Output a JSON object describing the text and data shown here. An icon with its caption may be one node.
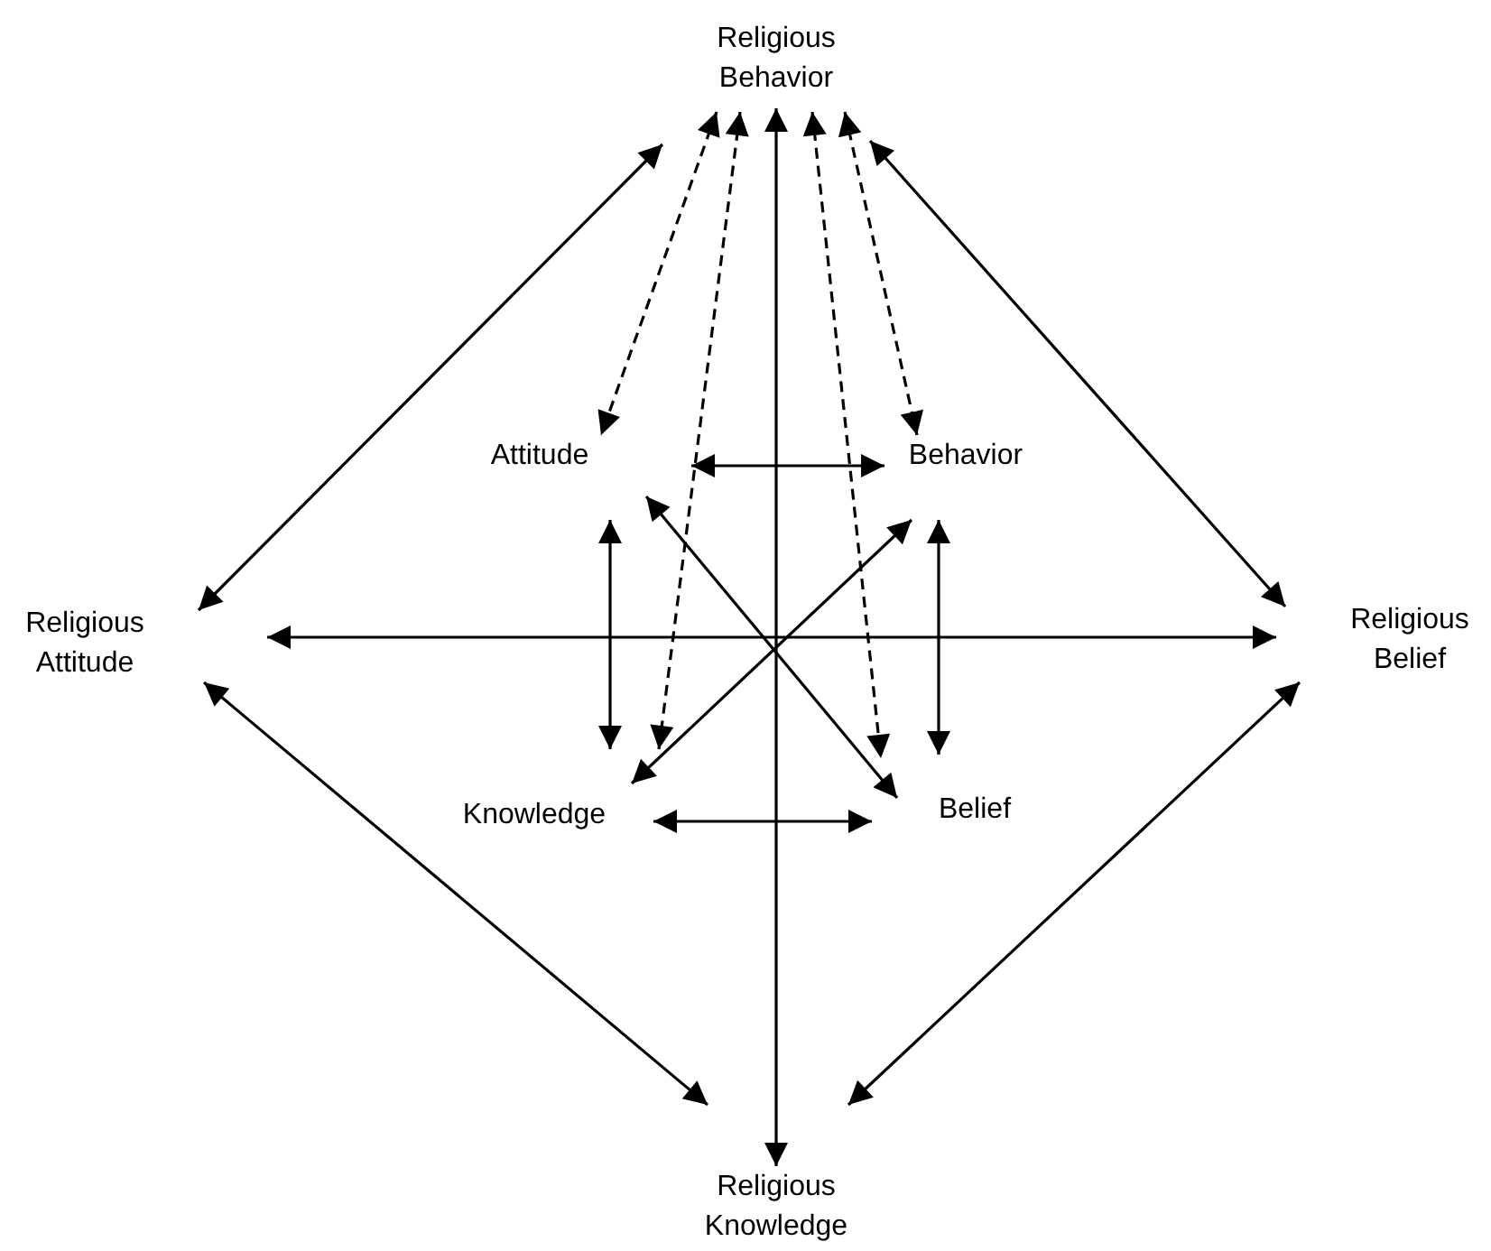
{
  "diagram": {
    "nodes": [
      {
        "text": [
          "Religious Behavior"
        ]
      },
      {
        "text": [
          "Attitude"
        ]
      },
      {
        "text": [
          "Behavior"
        ]
      },
      {
        "text": [
          "Religious Attitude"
        ]
      },
      {
        "text": [
          "Religious Belief"
        ]
      },
      {
        "text": [
          "Knowledge"
        ]
      },
      {
        "text": [
          "Belief"
        ]
      },
      {
        "text": [
          "Religious Knowledge"
        ]
      }
    ],
    "edges": [
      {
        "from": 0,
        "to": 3,
        "arrow": "both"
      },
      {
        "from": 0,
        "to": 4,
        "arrow": "both"
      },
      {
        "from": 7,
        "to": 3,
        "arrow": "both"
      },
      {
        "from": 7,
        "to": 4,
        "arrow": "both"
      },
      {
        "from": 0,
        "to": 7,
        "arrow": "both"
      },
      {
        "from": 3,
        "to": 4,
        "arrow": "both"
      },
      {
        "from": 1,
        "to": 2,
        "arrow": "both"
      },
      {
        "from": 5,
        "to": 6,
        "arrow": "both"
      },
      {
        "from": 1,
        "to": 5,
        "arrow": "both"
      },
      {
        "from": 2,
        "to": 6,
        "arrow": "both"
      },
      {
        "from": 5,
        "to": 2,
        "arrow": "both"
      },
      {
        "from": 6,
        "to": 1,
        "arrow": "both"
      },
      {
        "from": 0,
        "to": 1,
        "arrow": "both",
        "style": "dashed"
      },
      {
        "from": 0,
        "to": 5,
        "arrow": "both",
        "style": "dashed"
      },
      {
        "from": 0,
        "to": 6,
        "arrow": "both",
        "style": "dashed"
      },
      {
        "from": 0,
        "to": 2,
        "arrow": "both",
        "style": "dashed"
      }
    ]
  }
}
